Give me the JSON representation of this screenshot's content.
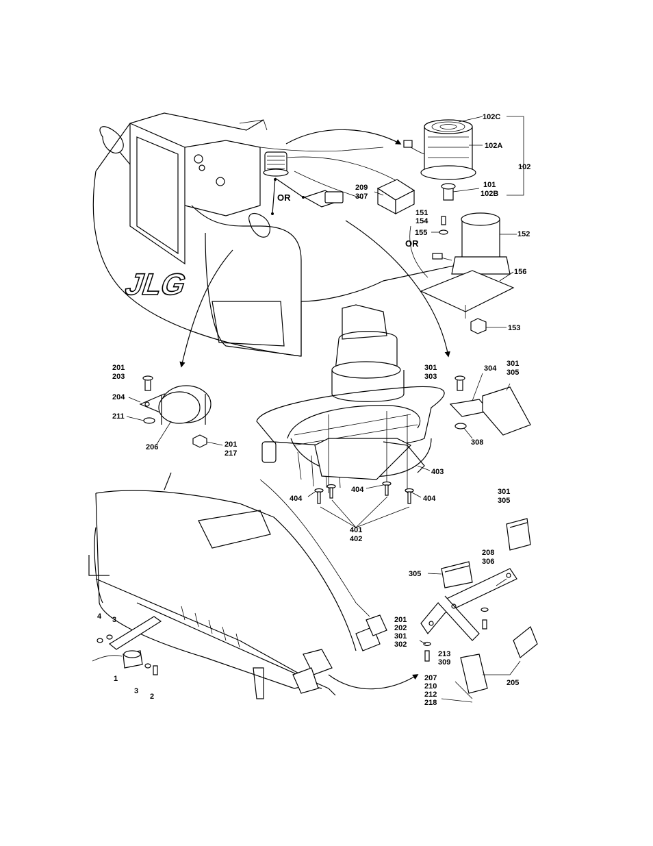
{
  "diagram": {
    "or_labels": [
      "OR",
      "OR"
    ],
    "logo_text": "JLG",
    "labels": {
      "l102C": "102C",
      "l102A": "102A",
      "l102": "102",
      "l101": "101",
      "l102B": "102B",
      "l209": "209",
      "l307": "307",
      "l151": "151",
      "l154": "154",
      "l155": "155",
      "l152": "152",
      "l156": "156",
      "l153": "153",
      "l201a": "201",
      "l203": "203",
      "l204": "204",
      "l211": "211",
      "l206": "206",
      "l201b": "201",
      "l217": "217",
      "l301a": "301",
      "l303": "303",
      "l304": "304",
      "l301b": "301",
      "l305a": "305",
      "l308": "308",
      "l403": "403",
      "l404a": "404",
      "l404b": "404",
      "l404c": "404",
      "l401": "401",
      "l402": "402",
      "l301c": "301",
      "l305b": "305",
      "l208": "208",
      "l306": "306",
      "l305c": "305",
      "l201c": "201",
      "l202": "202",
      "l301d": "301",
      "l302": "302",
      "l213": "213",
      "l309": "309",
      "l205": "205",
      "l207": "207",
      "l210": "210",
      "l212": "212",
      "l218": "218",
      "l4": "4",
      "l3a": "3",
      "l1": "1",
      "l3b": "3",
      "l2": "2"
    }
  }
}
